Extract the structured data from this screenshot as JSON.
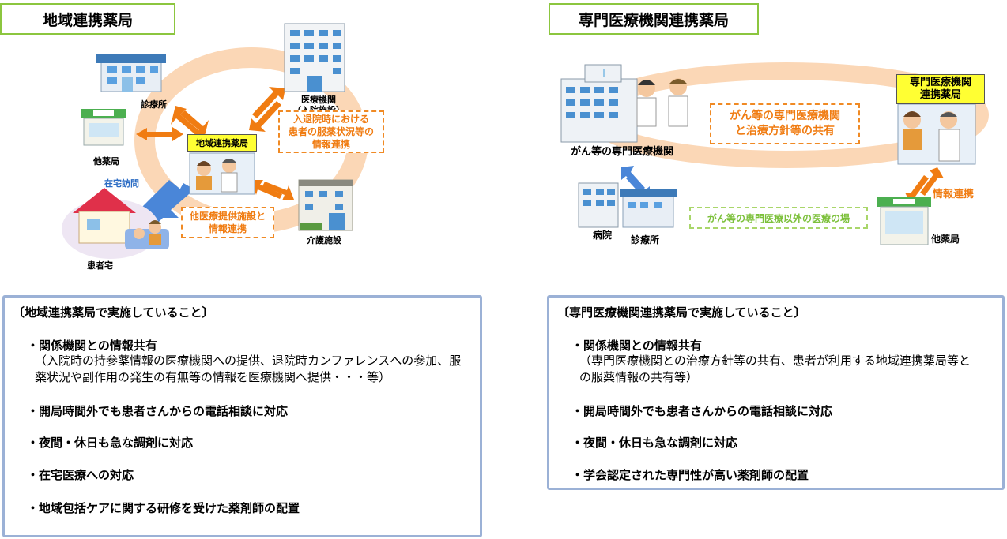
{
  "left": {
    "title": "地域連携薬局",
    "center_label": "地域連携薬局",
    "nodes": {
      "clinic": "診療所",
      "hospital_line1": "医療機関",
      "hospital_line2": "（入院施設）",
      "other_pharmacy": "他薬局",
      "care_facility": "介護施設",
      "home": "患者宅",
      "home_visit": "在宅訪問"
    },
    "callout_admission": [
      "入退院時における",
      "患者の服薬状況等の",
      "情報連携"
    ],
    "callout_other": [
      "他医療提供施設と",
      "情報連携"
    ],
    "panel": {
      "header": "〔地域連携薬局で実施していること〕",
      "items": [
        {
          "title": "・関係機関との情報共有",
          "detail": [
            "（入院時の持参薬情報の医療機関への提供、退院時カンファレンスへの参加、服",
            "薬状況や副作用の発生の有無等の情報を医療機関へ提供・・・等）"
          ]
        },
        {
          "title": "・開局時間外でも患者さんからの電話相談に対応"
        },
        {
          "title": "・夜間・休日も急な調剤に対応"
        },
        {
          "title": "・在宅医療への対応"
        },
        {
          "title": "・地域包括ケアに関する研修を受けた薬剤師の配置"
        }
      ]
    }
  },
  "right": {
    "title": "専門医療機関連携薬局",
    "badge": [
      "専門医療機関",
      "連携薬局"
    ],
    "cancer_center": "がん等の専門医療機関",
    "sharing": [
      "がん等の専門医療機関",
      "と治療方針等の共有"
    ],
    "other_places": "がん等の専門医療以外の医療の場",
    "hospital": "病院",
    "clinic": "診療所",
    "other_pharmacy": "他薬局",
    "info_link": "情報連携",
    "panel": {
      "header": "〔専門医療機関連携薬局で実施していること〕",
      "items": [
        {
          "title": "・関係機関との情報共有",
          "detail": [
            "（専門医療機関との治療方針等の共有、患者が利用する地域連携薬局等と",
            "の服薬情報の共有等）"
          ]
        },
        {
          "title": "・開局時間外でも患者さんからの電話相談に対応"
        },
        {
          "title": "・夜間・休日も急な調剤に対応"
        },
        {
          "title": "・学会認定された専門性が高い薬剤師の配置"
        }
      ]
    }
  },
  "colors": {
    "green_border": "#8cc63f",
    "ring": "#fbd7b6",
    "orange": "#f07c12",
    "blue_arrow": "#4a86d8",
    "panel_border": "#9bb1d6",
    "badge_yellow": "#ffff33"
  }
}
